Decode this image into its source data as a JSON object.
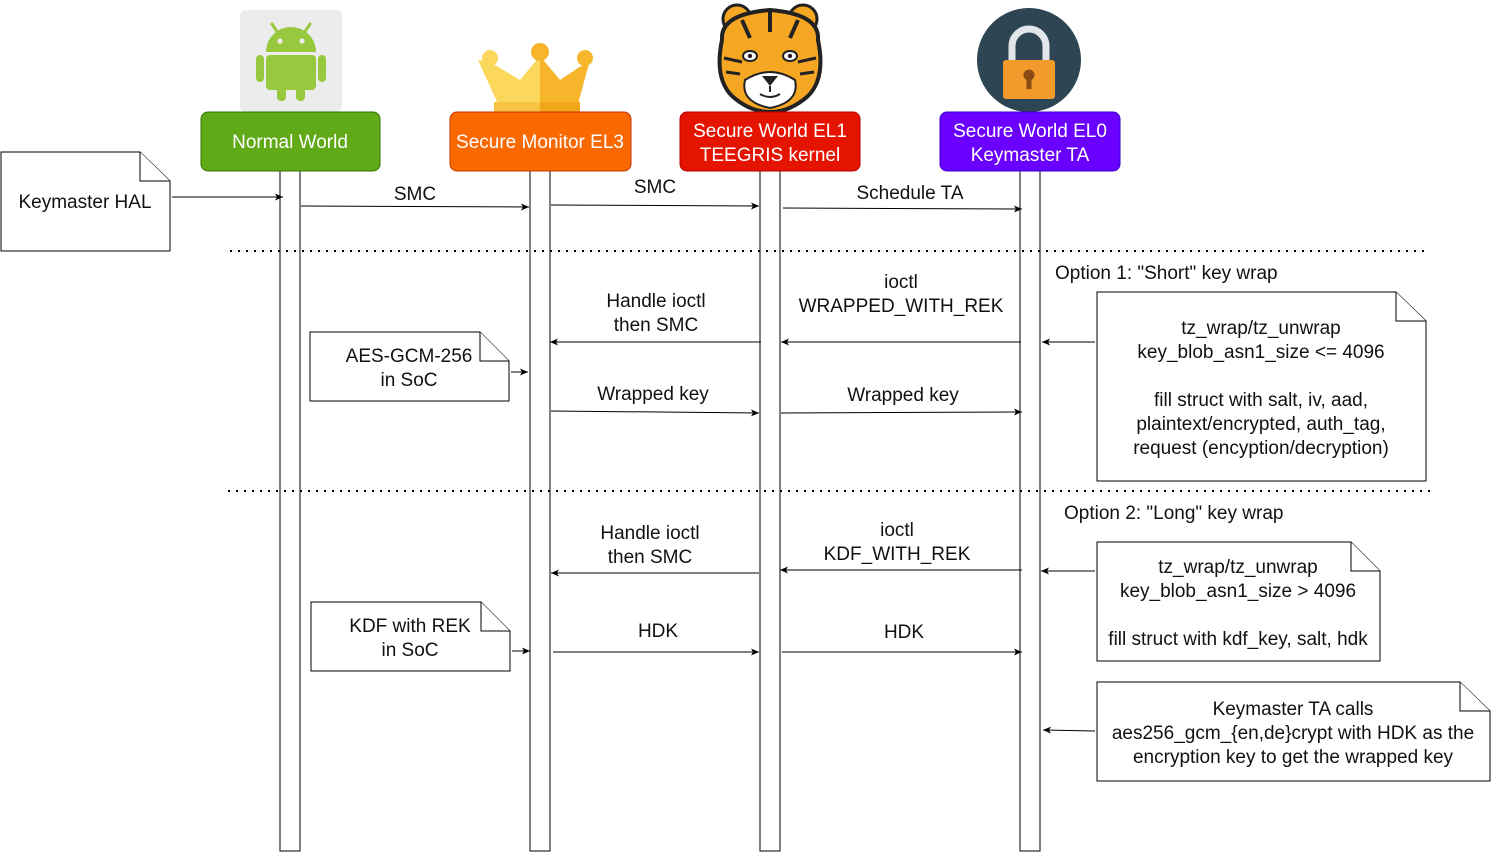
{
  "participants": [
    {
      "id": "normal",
      "label_lines": [
        "Normal World"
      ],
      "color": "#60a917",
      "border": "#2d7600",
      "icon": "android-icon"
    },
    {
      "id": "monitor",
      "label_lines": [
        "Secure Monitor EL3"
      ],
      "color": "#fa6800",
      "border": "#c73500",
      "icon": "crown-icon"
    },
    {
      "id": "el1",
      "label_lines": [
        "Secure World EL1",
        "TEEGRIS kernel"
      ],
      "color": "#e51400",
      "border": "#b20000",
      "icon": "tiger-icon"
    },
    {
      "id": "el0",
      "label_lines": [
        "Secure World EL0",
        "Keymaster TA"
      ],
      "color": "#6a00ff",
      "border": "#3700cc",
      "icon": "padlock-icon"
    }
  ],
  "external_actor": {
    "label": "Keymaster HAL"
  },
  "messages": [
    {
      "from": "normal",
      "to": "monitor",
      "lines": [
        "SMC"
      ]
    },
    {
      "from": "monitor",
      "to": "el1",
      "lines": [
        "SMC"
      ]
    },
    {
      "from": "el1",
      "to": "el0",
      "lines": [
        "Schedule TA"
      ]
    },
    {
      "from": "el1",
      "to": "monitor",
      "lines": [
        "Handle ioctl",
        "then SMC"
      ]
    },
    {
      "from": "el0",
      "to": "el1",
      "lines": [
        "ioctl",
        "WRAPPED_WITH_REK"
      ]
    },
    {
      "from": "monitor",
      "to": "el1",
      "lines": [
        "Wrapped key"
      ]
    },
    {
      "from": "el1",
      "to": "el0",
      "lines": [
        "Wrapped key"
      ]
    },
    {
      "from": "el1",
      "to": "monitor",
      "lines": [
        "Handle ioctl",
        "then SMC"
      ]
    },
    {
      "from": "el0",
      "to": "el1",
      "lines": [
        "ioctl",
        "KDF_WITH_REK"
      ]
    },
    {
      "from": "monitor",
      "to": "el1",
      "lines": [
        "HDK"
      ]
    },
    {
      "from": "el1",
      "to": "el0",
      "lines": [
        "HDK"
      ]
    }
  ],
  "sections": [
    {
      "label": "Option 1: \"Short\" key wrap"
    },
    {
      "label": "Option 2: \"Long\" key wrap"
    }
  ],
  "notes": [
    {
      "id": "aes-gcm-note",
      "lines": [
        "AES-GCM-256",
        "in SoC"
      ]
    },
    {
      "id": "short-wrap-note",
      "lines": [
        "tz_wrap/tz_unwrap",
        "key_blob_asn1_size <= 4096",
        "",
        "fill struct with salt, iv, aad,",
        "plaintext/encrypted, auth_tag,",
        "request (encyption/decryption)"
      ]
    },
    {
      "id": "kdf-note",
      "lines": [
        "KDF with REK",
        "in SoC"
      ]
    },
    {
      "id": "long-wrap-note",
      "lines": [
        "tz_wrap/tz_unwrap",
        "key_blob_asn1_size > 4096",
        "",
        "fill struct with kdf_key, salt, hdk"
      ]
    },
    {
      "id": "keymaster-calls-note",
      "lines": [
        "Keymaster TA calls",
        "aes256_gcm_{en,de}crypt with HDK as the",
        "encryption key to get the wrapped key"
      ]
    }
  ]
}
